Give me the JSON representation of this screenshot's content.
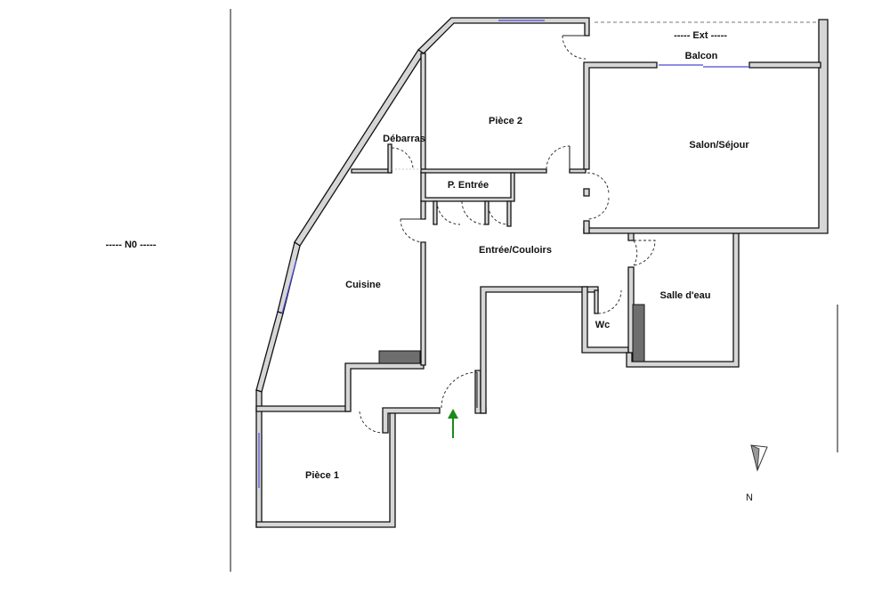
{
  "rooms": {
    "piece2": "Pièce 2",
    "debarras": "Débarras",
    "p_entree": "P. Entrée",
    "salon": "Salon/Séjour",
    "balcon": "Balcon",
    "ext": "-----  Ext  -----",
    "entree": "Entrée/Couloirs",
    "cuisine": "Cuisine",
    "salle_eau": "Salle d'eau",
    "wc": "Wc",
    "piece1": "Pièce 1"
  },
  "labels": {
    "neighbour": "-----  N0  -----",
    "north": "N"
  },
  "colors": {
    "wall_fill": "#d6d6d6",
    "wall_stroke": "#111111",
    "window": "#4a4ad8",
    "duct": "#6e6e6e",
    "entry_arrow": "#1a8a1a"
  },
  "icons": {
    "entry_arrow": "arrow-up-icon",
    "north_arrow": "compass-arrow-icon"
  }
}
